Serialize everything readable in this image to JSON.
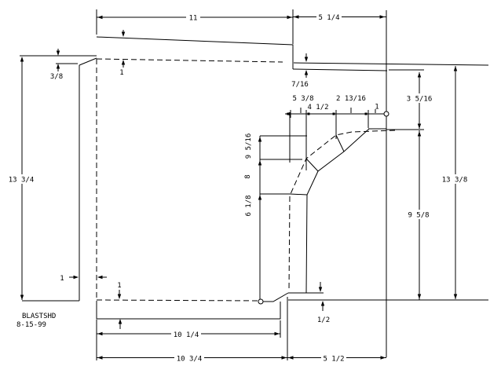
{
  "app": {
    "title_note": "BLASTSHD",
    "date": "8-15-99"
  },
  "colors": {
    "line": "#000000",
    "background": "#ffffff"
  },
  "dimensions": {
    "top_width": "11",
    "top_right_width": "5 1/4",
    "top_left_offset": "3/8",
    "top_thickness": "1",
    "strip_thickness": "7/16",
    "notch_height": "3 5/16",
    "left_height": "13 3/4",
    "right_height": "13 3/8",
    "lower_right_height": "9 5/8",
    "curve_x1": "5 3/8",
    "curve_x2": "4 1/2",
    "curve_x3": "2 13/16",
    "curve_x4": "1",
    "curve_y1": "9 5/16",
    "curve_y2": "8",
    "curve_y3": "6 1/8",
    "left_gap": "1",
    "step_height": "1",
    "flange_offset": "1/2",
    "bottom_inner_width": "10 1/4",
    "bottom_left_width": "10 3/4",
    "bottom_right_width": "5 1/2"
  }
}
